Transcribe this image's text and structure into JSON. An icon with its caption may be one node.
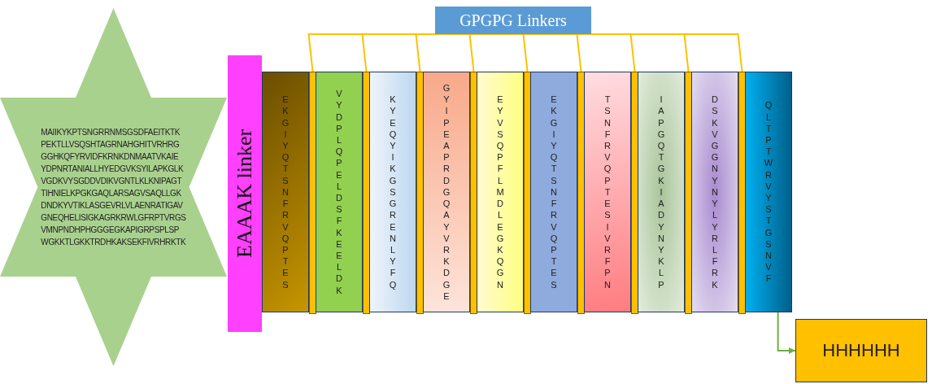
{
  "diagram": {
    "nodes": [
      {
        "text": [
          "MAIIKYKPTSNGRRNMSGSDFAEITKTK PEKTLLVSQSHTAGRNAHGHITVRHRG GGHKQFYRVIDFKRNKDNMAATVKAIE YDPNRTANIALLHYEDGVKSYILAPKGLK VGDKVYSGDDVDIKVGNTLKLKNIPAGT TIHNIELKPGKGAQLARSAGVSAQLLGK DNDKYVTIKLASGEVRLVLAENRATIGAV GNEQHELISIGKAGRKRWLGFRPTVRGS VMNPNDHPHGGGEGKAPIGRPSPLSP WGKKTLGKKTRDHKAKSEKFIVRHRKTK"
        ]
      },
      {
        "text": [
          "EAAAK linker"
        ]
      },
      {
        "text": [
          "GPGPG Linkers"
        ]
      },
      {
        "text": [
          "E K G I Y Q T S N F R V Q P T E S"
        ]
      },
      {
        "text": [],
        "shape": "bar"
      },
      {
        "text": [
          "V Y D P L Q P E L D S F K E E L D K"
        ]
      },
      {
        "text": [],
        "shape": "bar"
      },
      {
        "text": [
          "K Y E Q Y I K G S G R E N L Y F Q"
        ]
      },
      {
        "text": [],
        "shape": "bar"
      },
      {
        "text": [
          "G Y I P E A P R D G Q A Y V R K D G E"
        ]
      },
      {
        "text": [],
        "shape": "bar"
      },
      {
        "text": [
          "E Y V S Q P F L M D L E G K Q G N"
        ]
      },
      {
        "text": [],
        "shape": "bar"
      },
      {
        "text": [
          "E K G I Y Q T S N F R V Q P T E S"
        ]
      },
      {
        "text": [],
        "shape": "bar"
      },
      {
        "text": [
          "T S N F R V Q P T E S I V R F P N"
        ]
      },
      {
        "text": [],
        "shape": "bar"
      },
      {
        "text": [
          "I A P G Q T G K I A D Y N Y K L P"
        ]
      },
      {
        "text": [],
        "shape": "bar"
      },
      {
        "text": [
          "D S K V G G N Y N Y L Y R L F R K"
        ]
      },
      {
        "text": [],
        "shape": "bar"
      },
      {
        "text": [
          "Q L T P T W R V Y S T G S N V F"
        ]
      },
      {
        "text": [
          "HHHHHH"
        ]
      }
    ],
    "edges": [
      {
        "from": 2,
        "to": 4,
        "arrow": "none"
      },
      {
        "from": 2,
        "to": 6,
        "arrow": "none"
      },
      {
        "from": 2,
        "to": 8,
        "arrow": "none"
      },
      {
        "from": 2,
        "to": 10,
        "arrow": "none"
      },
      {
        "from": 2,
        "to": 12,
        "arrow": "none"
      },
      {
        "from": 2,
        "to": 14,
        "arrow": "none"
      },
      {
        "from": 2,
        "to": 16,
        "arrow": "none"
      },
      {
        "from": 2,
        "to": 18,
        "arrow": "none"
      },
      {
        "from": 2,
        "to": 20,
        "arrow": "none"
      },
      {
        "from": 21,
        "to": 22,
        "arrow": "to",
        "color": "#70ad47"
      }
    ]
  }
}
